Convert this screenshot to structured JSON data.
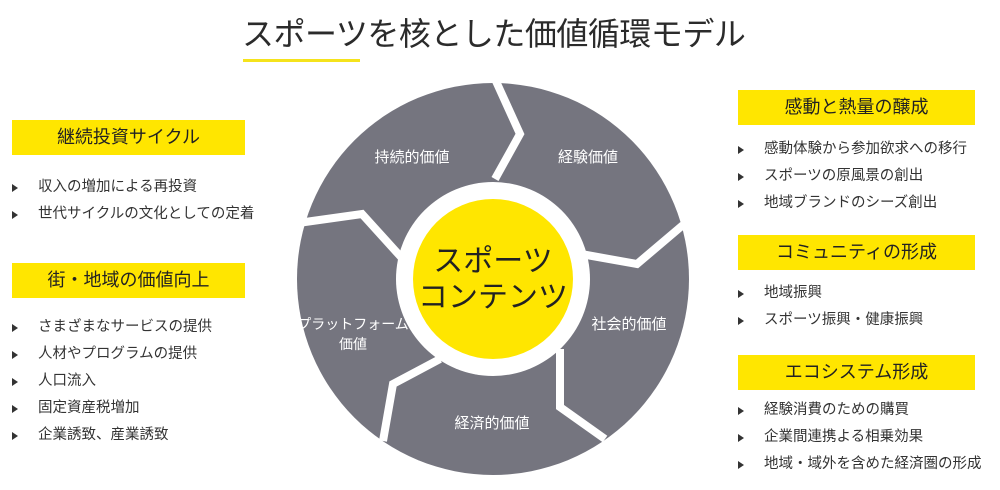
{
  "title": "スポーツを核とした価値循環モデル",
  "colors": {
    "accent": "#ffe600",
    "ring": "#75757f",
    "text": "#333333"
  },
  "left_sections": [
    {
      "heading": "継続投資サイクル",
      "items": [
        "収入の増加による再投資",
        "世代サイクルの文化としての定着"
      ]
    },
    {
      "heading": "街・地域の価値向上",
      "items": [
        "さまざまなサービスの提供",
        "人材やプログラムの提供",
        "人口流入",
        "固定資産税増加",
        "企業誘致、産業誘致"
      ]
    }
  ],
  "right_sections": [
    {
      "heading": "感動と熱量の醸成",
      "items": [
        "感動体験から参加欲求への移行",
        "スポーツの原風景の創出",
        "地域ブランドのシーズ創出"
      ]
    },
    {
      "heading": "コミュニティの形成",
      "items": [
        "地域振興",
        "スポーツ振興・健康振興"
      ]
    },
    {
      "heading": "エコシステム形成",
      "items": [
        "経験消費のための購買",
        "企業間連携よる相乗効果",
        "地域・域外を含めた経済圏の形成"
      ]
    }
  ],
  "cycle": {
    "center_line1": "スポーツ",
    "center_line2": "コンテンツ",
    "segments": {
      "sustainable": "持続的価値",
      "experience": "経験価値",
      "social": "社会的価値",
      "economic": "経済的価値",
      "platform_line1": "プラットフォーム",
      "platform_line2": "価値"
    }
  }
}
